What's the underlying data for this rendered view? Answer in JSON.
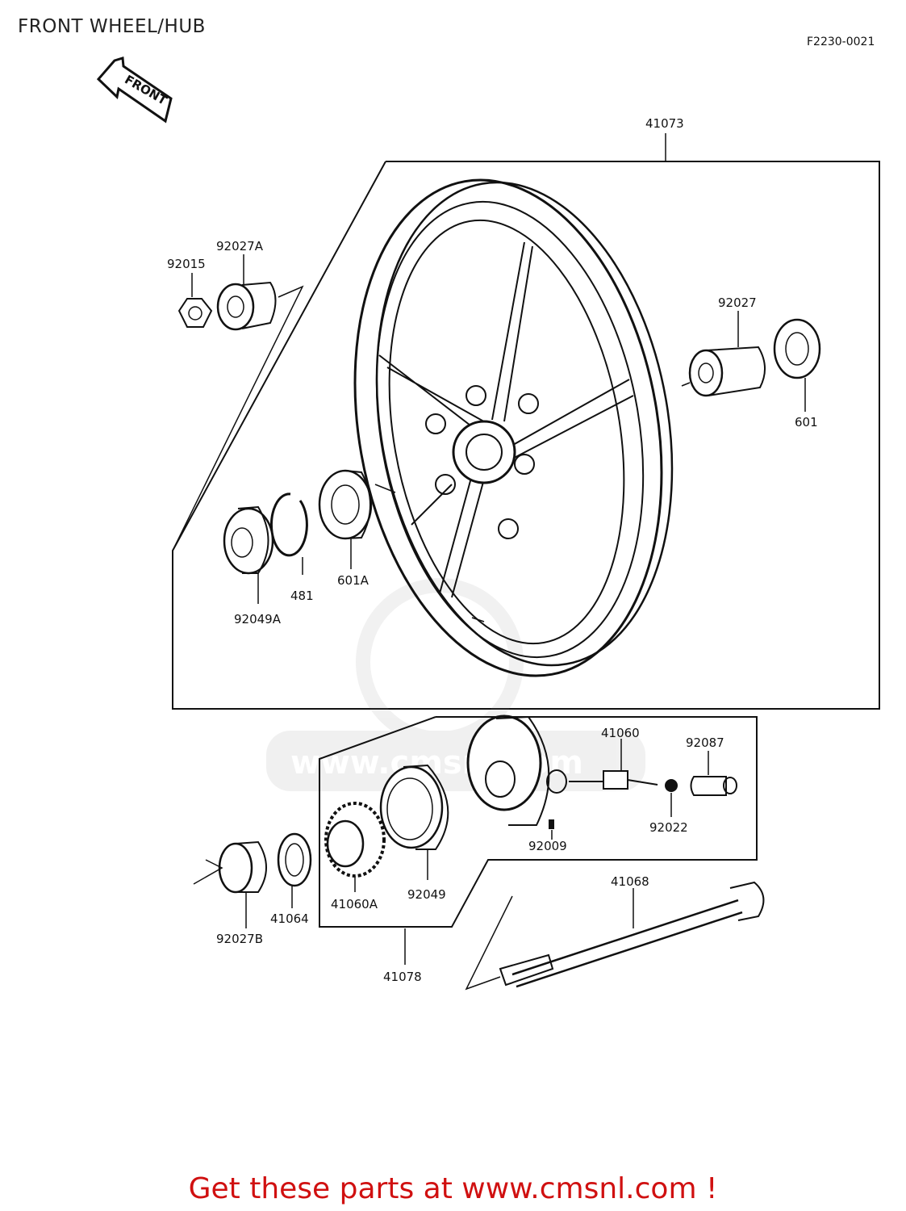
{
  "page": {
    "title": "FRONT WHEEL/HUB",
    "diagram_code": "F2230-0021",
    "front_arrow": "FRONT",
    "watermark": "www.cmsnl.com",
    "footer": "Get these parts at www.cmsnl.com !"
  },
  "parts": {
    "wheel": "41073",
    "nut": "92015",
    "collar_left": "92027A",
    "collar_right": "92027",
    "bearing_right": "601",
    "bearing_left": "601A",
    "circlip": "481",
    "seal_left": "92049A",
    "meter_gear": "41060",
    "meter_gear_a": "41060A",
    "screw": "92009",
    "washer": "92022",
    "bushing": "92087",
    "seal": "92049",
    "retainer": "41064",
    "collar_b": "92027B",
    "gear_housing": "41078",
    "axle": "41068"
  }
}
